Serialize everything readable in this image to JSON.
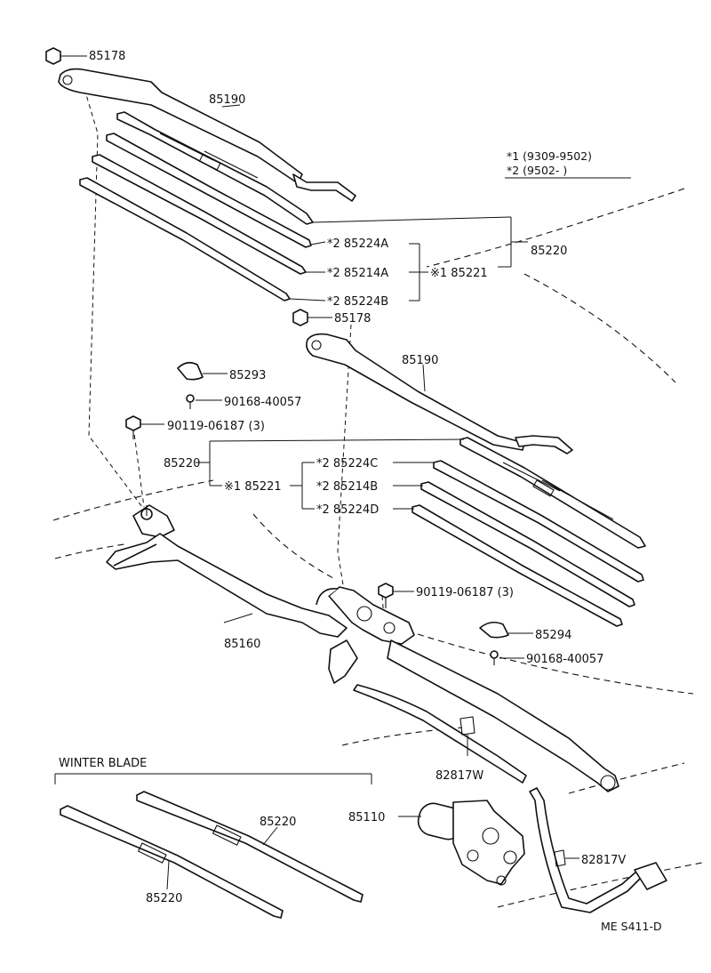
{
  "legend": {
    "row1": "*1  (9309-9502)",
    "row2": "*2  (9502-       )"
  },
  "labels": {
    "nut_top": "85178",
    "arm_top": "85190",
    "blade_ref_top": "85220",
    "insert_a": "*2 85224A",
    "rubber_a": "*2 85214A",
    "insert_b": "*2 85224B",
    "blade_asm_top": "※1 85221",
    "nut_mid": "85178",
    "arm_mid": "85190",
    "cap_left": "85293",
    "screw_left": "90168-40057",
    "bolt_left": "90119-06187 (3)",
    "blade_ref_left": "85220",
    "blade_asm_left": "※1 85221",
    "insert_c": "*2 85224C",
    "rubber_b": "*2 85214B",
    "insert_d": "*2 85224D",
    "bolt_right": "90119-06187 (3)",
    "link": "85160",
    "cap_right": "85294",
    "screw_right": "90168-40057",
    "hose_w": "82817W",
    "motor": "85110",
    "hose_v": "82817V",
    "winter_title": "WINTER BLADE",
    "winter_blade_1": "85220",
    "winter_blade_2": "85220",
    "code": "ME  S411-D"
  }
}
